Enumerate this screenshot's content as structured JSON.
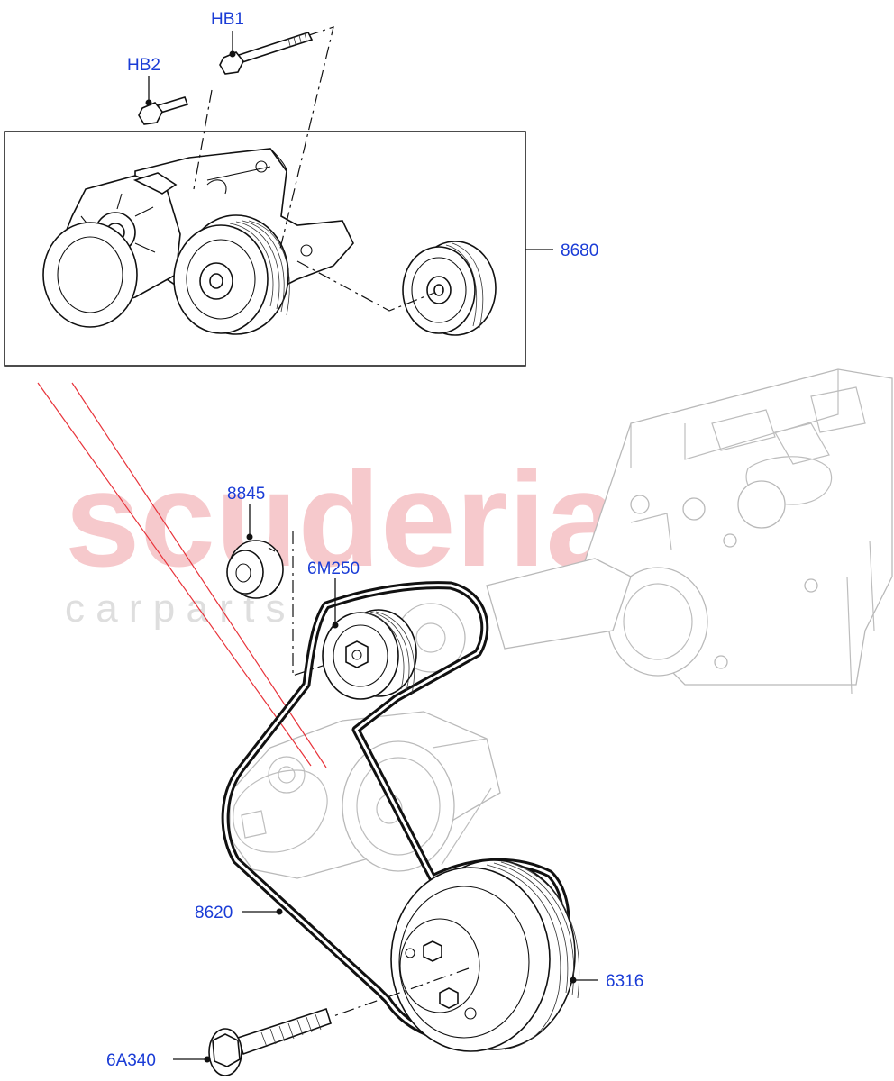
{
  "watermark": {
    "main": "scuderia",
    "sub": "c a r   p a r t s",
    "main_color": "#f6c9cc",
    "sub_color": "#dedede"
  },
  "callouts": [
    {
      "id": "hb1",
      "label": "HB1"
    },
    {
      "id": "hb2",
      "label": "HB2"
    },
    {
      "id": "8680",
      "label": "8680"
    },
    {
      "id": "8845",
      "label": "8845"
    },
    {
      "id": "6m250",
      "label": "6M250"
    },
    {
      "id": "8620",
      "label": "8620"
    },
    {
      "id": "6316",
      "label": "6316"
    },
    {
      "id": "6a340",
      "label": "6A340"
    }
  ],
  "colors": {
    "callout_text": "#1a3cd6",
    "line_art": "#111111",
    "ghost_engine": "#b9b9b9",
    "reference_lines": "#e8333a"
  }
}
